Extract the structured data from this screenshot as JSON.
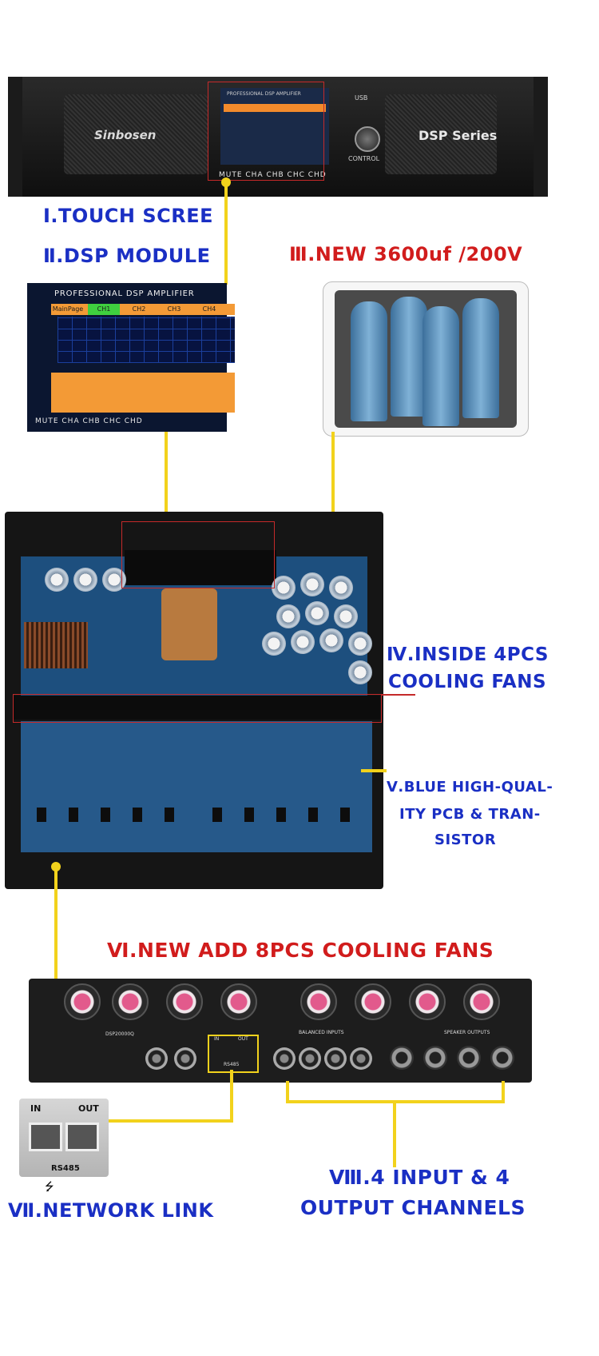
{
  "front_panel": {
    "brand": "Sinbosen",
    "series": "DSP Series",
    "screen_title": "PROFESSIONAL DSP AMPLIFIER",
    "usb": "USB",
    "control": "CONTROL",
    "channel_row": "MUTE  CHA  CHB  CHC  CHD"
  },
  "labels": {
    "touch": "Ⅰ.TOUCH SCREE",
    "dsp": "Ⅱ.DSP MODULE",
    "caps": "Ⅲ.NEW 3600uf /200V",
    "inside_fans_1": "Ⅳ.INSIDE 4PCS",
    "inside_fans_2": "COOLING FANS",
    "pcb_1": "Ⅴ.BLUE HIGH-QUAL-",
    "pcb_2": "ITY PCB & TRAN-",
    "pcb_3": "SISTOR",
    "add_fans": "Ⅵ.NEW ADD 8PCS COOLING FANS",
    "network": "Ⅶ.NETWORK LINK",
    "io_1": "Ⅷ.4 INPUT & 4",
    "io_2": "OUTPUT CHANNELS"
  },
  "dsp_screen": {
    "title": "PROFESSIONAL DSP AMPLIFIER",
    "tabs": [
      "MainPage",
      "CH1",
      "CH2",
      "CH3",
      "CH4"
    ],
    "mute_row": "MUTE    CHA    CHB    CHC    CHD"
  },
  "rear": {
    "model": "DSP20000Q",
    "balanced_inputs": "BALANCED INPUTS",
    "speaker_outputs": "SPEAKER OUTPUTS",
    "rs485": "RS485",
    "in": "IN",
    "out": "OUT"
  },
  "network_zoom": {
    "in": "IN",
    "out": "OUT",
    "rs485": "RS485"
  }
}
